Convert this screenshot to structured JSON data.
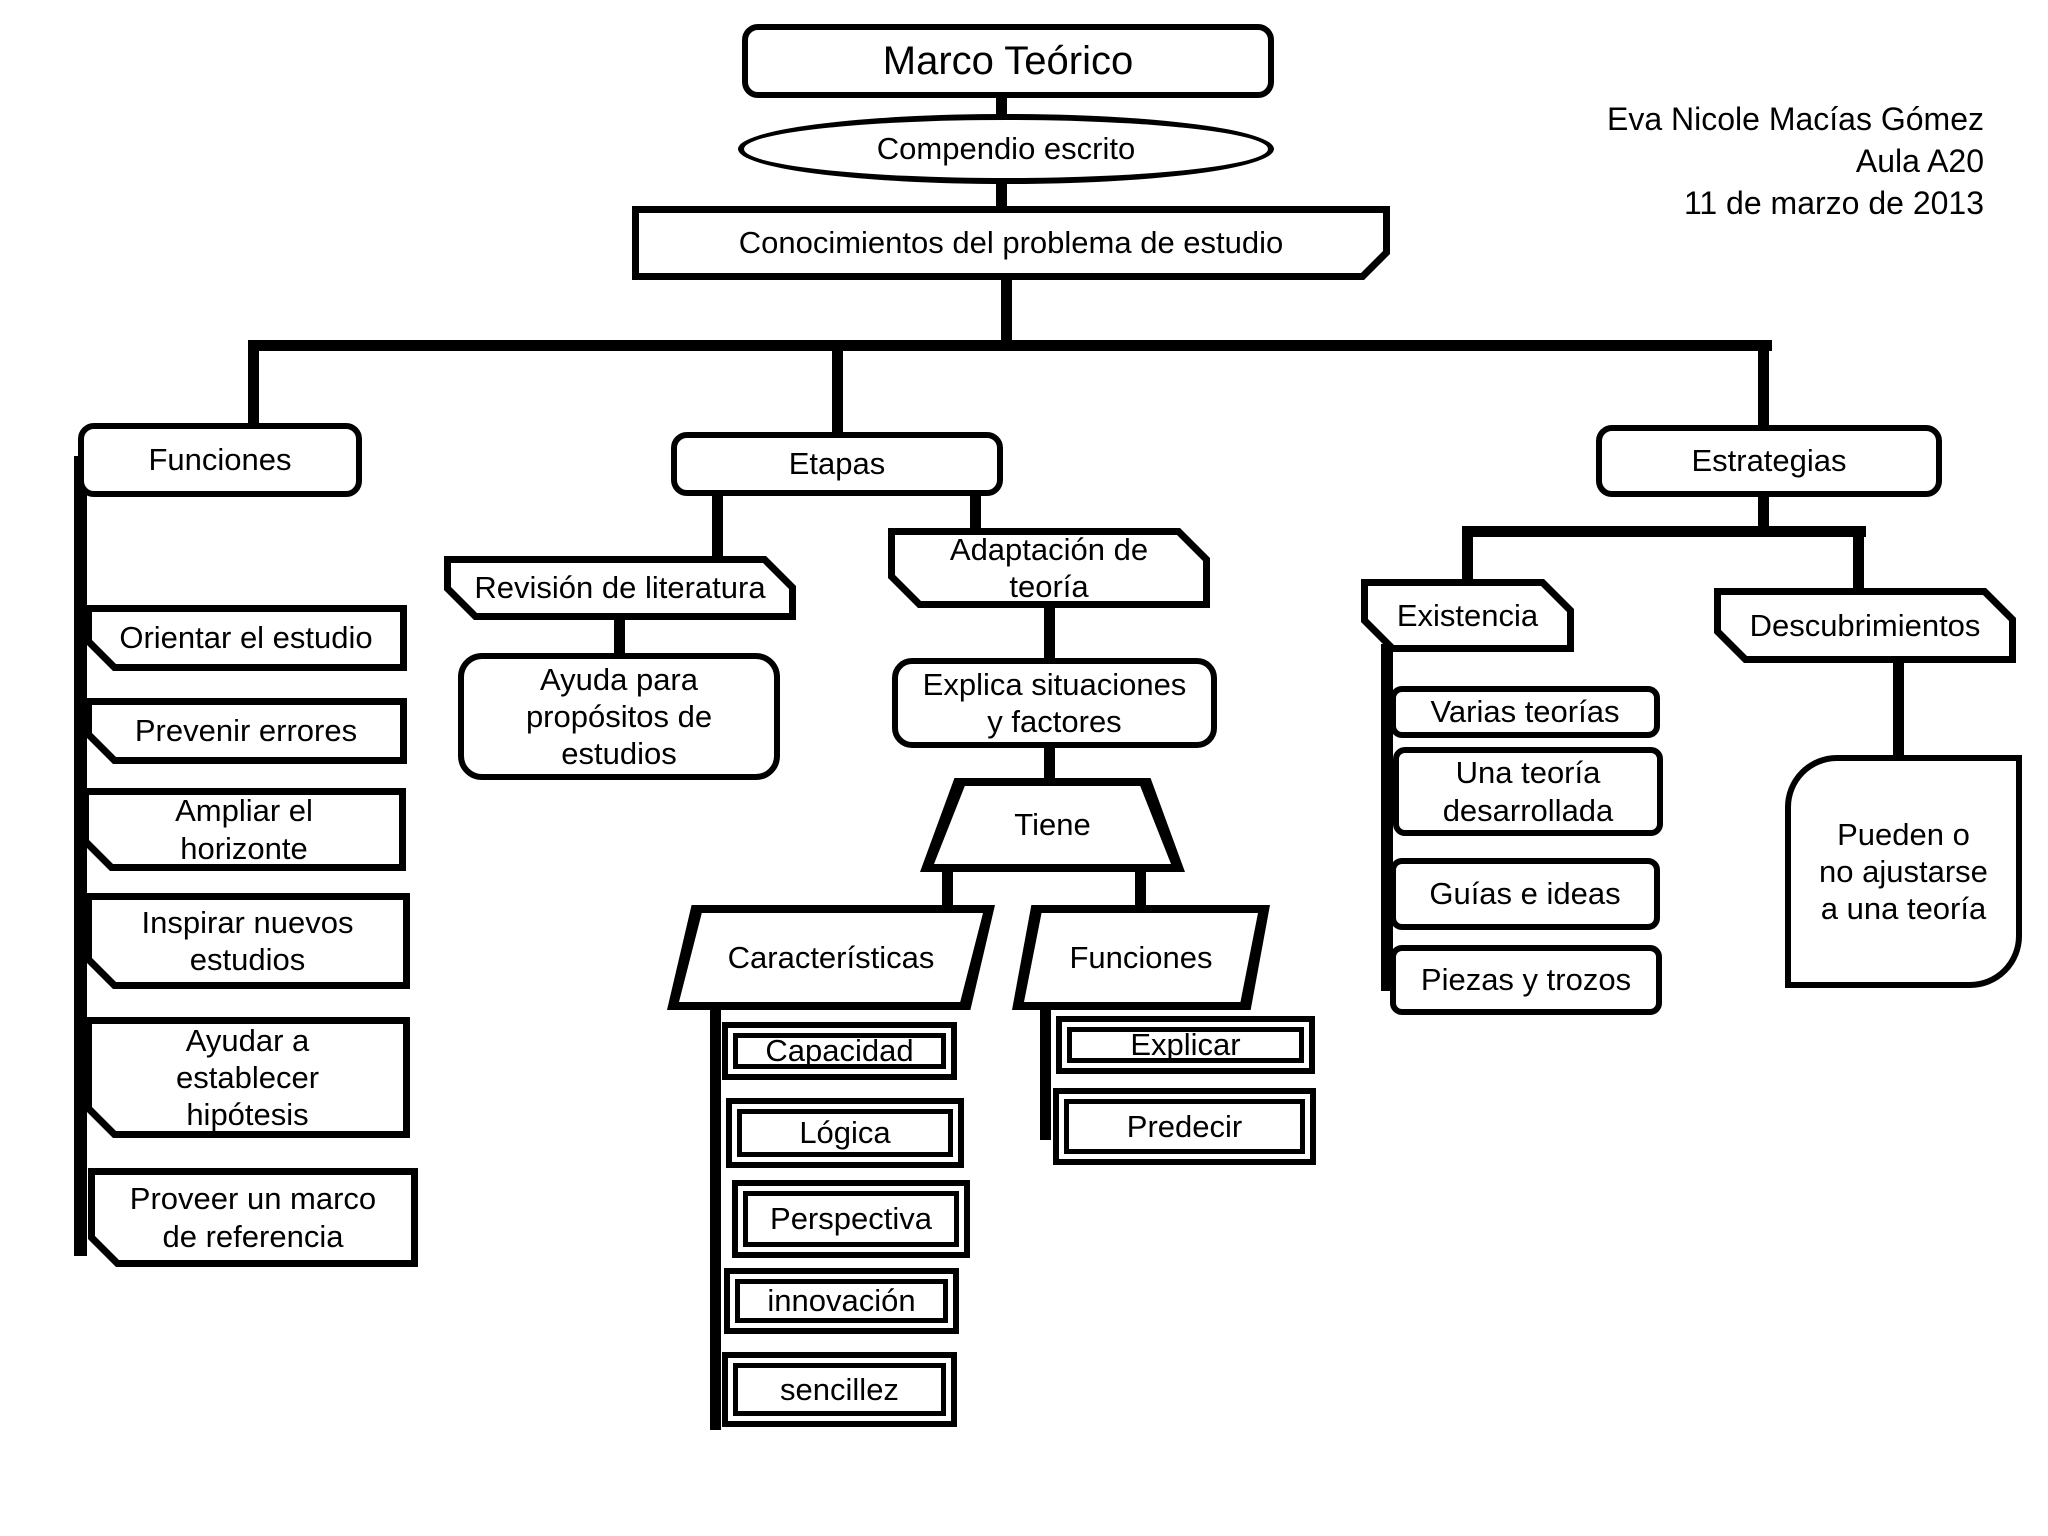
{
  "annotation": {
    "author": "Eva Nicole Macías Gómez",
    "room": "Aula A20",
    "date": "11 de marzo de 2013"
  },
  "nodes": {
    "root": "Marco Teórico",
    "compendio": "Compendio escrito",
    "conocimientos": "Conocimientos del problema de estudio",
    "funciones": "Funciones",
    "funciones_items": [
      "Orientar el estudio",
      "Prevenir errores",
      "Ampliar el horizonte",
      "Inspirar nuevos estudios",
      "Ayudar a establecer hipótesis",
      "Proveer un marco de referencia"
    ],
    "etapas": "Etapas",
    "revision": "Revisión de literatura",
    "ayuda": "Ayuda para propósitos de estudios",
    "adaptacion": "Adaptación de teoría",
    "explica": "Explica situaciones y factores",
    "tiene": "Tiene",
    "caracteristicas": "Características",
    "caracteristicas_items": [
      "Capacidad",
      "Lógica",
      "Perspectiva",
      "innovación",
      "sencillez"
    ],
    "funciones2": "Funciones",
    "funciones2_items": [
      "Explicar",
      "Predecir"
    ],
    "estrategias": "Estrategias",
    "existencia": "Existencia",
    "existencia_items": [
      "Varias teorías",
      "Una teoría desarrollada",
      "Guías e ideas",
      "Piezas y trozos"
    ],
    "descubrimientos": "Descubrimientos",
    "pueden": "Pueden o no ajustarse a una teoría"
  },
  "colors": {
    "ink": "#000000",
    "background": "#ffffff"
  }
}
